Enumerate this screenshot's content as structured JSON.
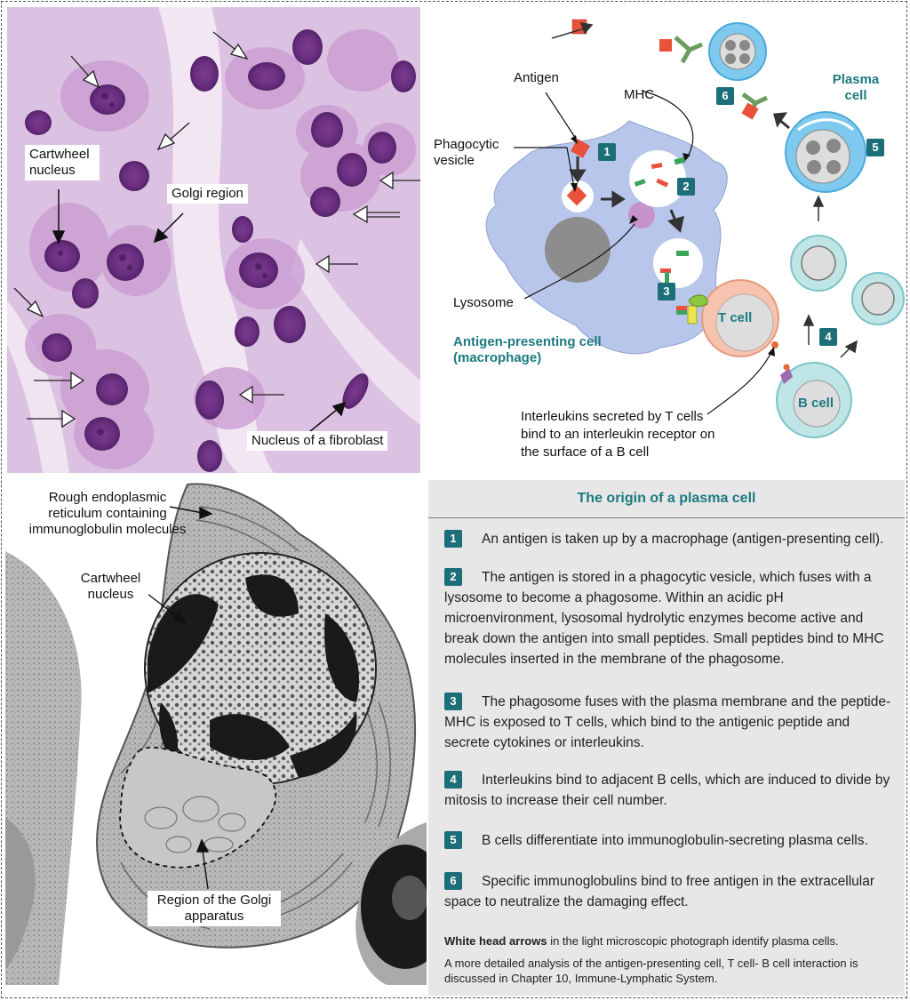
{
  "micro_labels": {
    "cartwheel": "Cartwheel nucleus",
    "golgi": "Golgi region",
    "fibroblast": "Nucleus of a fibroblast"
  },
  "diagram": {
    "antigen": "Antigen",
    "mhc": "MHC",
    "phagocytic_vesicle": "Phagocytic vesicle",
    "lysosome": "Lysosome",
    "apc": "Antigen-presenting cell (macrophage)",
    "t_cell": "T cell",
    "b_cell": "B cell",
    "plasma_cell": "Plasma cell",
    "interleukin_caption": "Interleukins secreted by T cells bind to an interleukin receptor on the surface of a B cell",
    "step_markers": [
      "1",
      "2",
      "3",
      "4",
      "5",
      "6"
    ]
  },
  "em_labels": {
    "rer": "Rough endoplasmic reticulum containing immunoglobulin molecules",
    "cartwheel": "Cartwheel nucleus",
    "golgi_region": "Region of the Golgi apparatus"
  },
  "steps_panel": {
    "title": "The origin of a plasma cell",
    "steps": [
      {
        "num": "1",
        "text": "An antigen is taken up by a macrophage (antigen-presenting cell)."
      },
      {
        "num": "2",
        "text": "The antigen is stored in a phagocytic vesicle, which fuses with a lysosome to become a phagosome. Within an acidic pH microenvironment, lysosomal hydrolytic enzymes become active and break down the antigen into small peptides. Small peptides bind to MHC molecules inserted in the membrane of the phagosome."
      },
      {
        "num": "3",
        "text": "The phagosome fuses with the plasma membrane and the peptide-MHC is exposed to T cells, which bind to the antigenic peptide and secrete cytokines or interleukins."
      },
      {
        "num": "4",
        "text": "Interleukins bind to adjacent B cells, which are induced to divide by mitosis to increase their cell number."
      },
      {
        "num": "5",
        "text": "B cells differentiate into immunoglobulin-secreting plasma cells."
      },
      {
        "num": "6",
        "text": "Specific immunoglobulins bind to free antigen in the extracellular space to neutralize the damaging effect."
      }
    ],
    "note_bold": "White head arrows",
    "note_rest": "in the light microscopic photograph identify plasma cells.",
    "note2": "A more detailed analysis of the antigen-presenting cell, T cell- B cell interaction is discussed in Chapter 10, Immune-Lymphatic System."
  },
  "colors": {
    "teal": "#1c6e78",
    "macrophage": "#b7c6ea",
    "tcell": "#f6c3ae",
    "bcell": "#bfe5e6",
    "plasma": "#7fc9ee"
  }
}
